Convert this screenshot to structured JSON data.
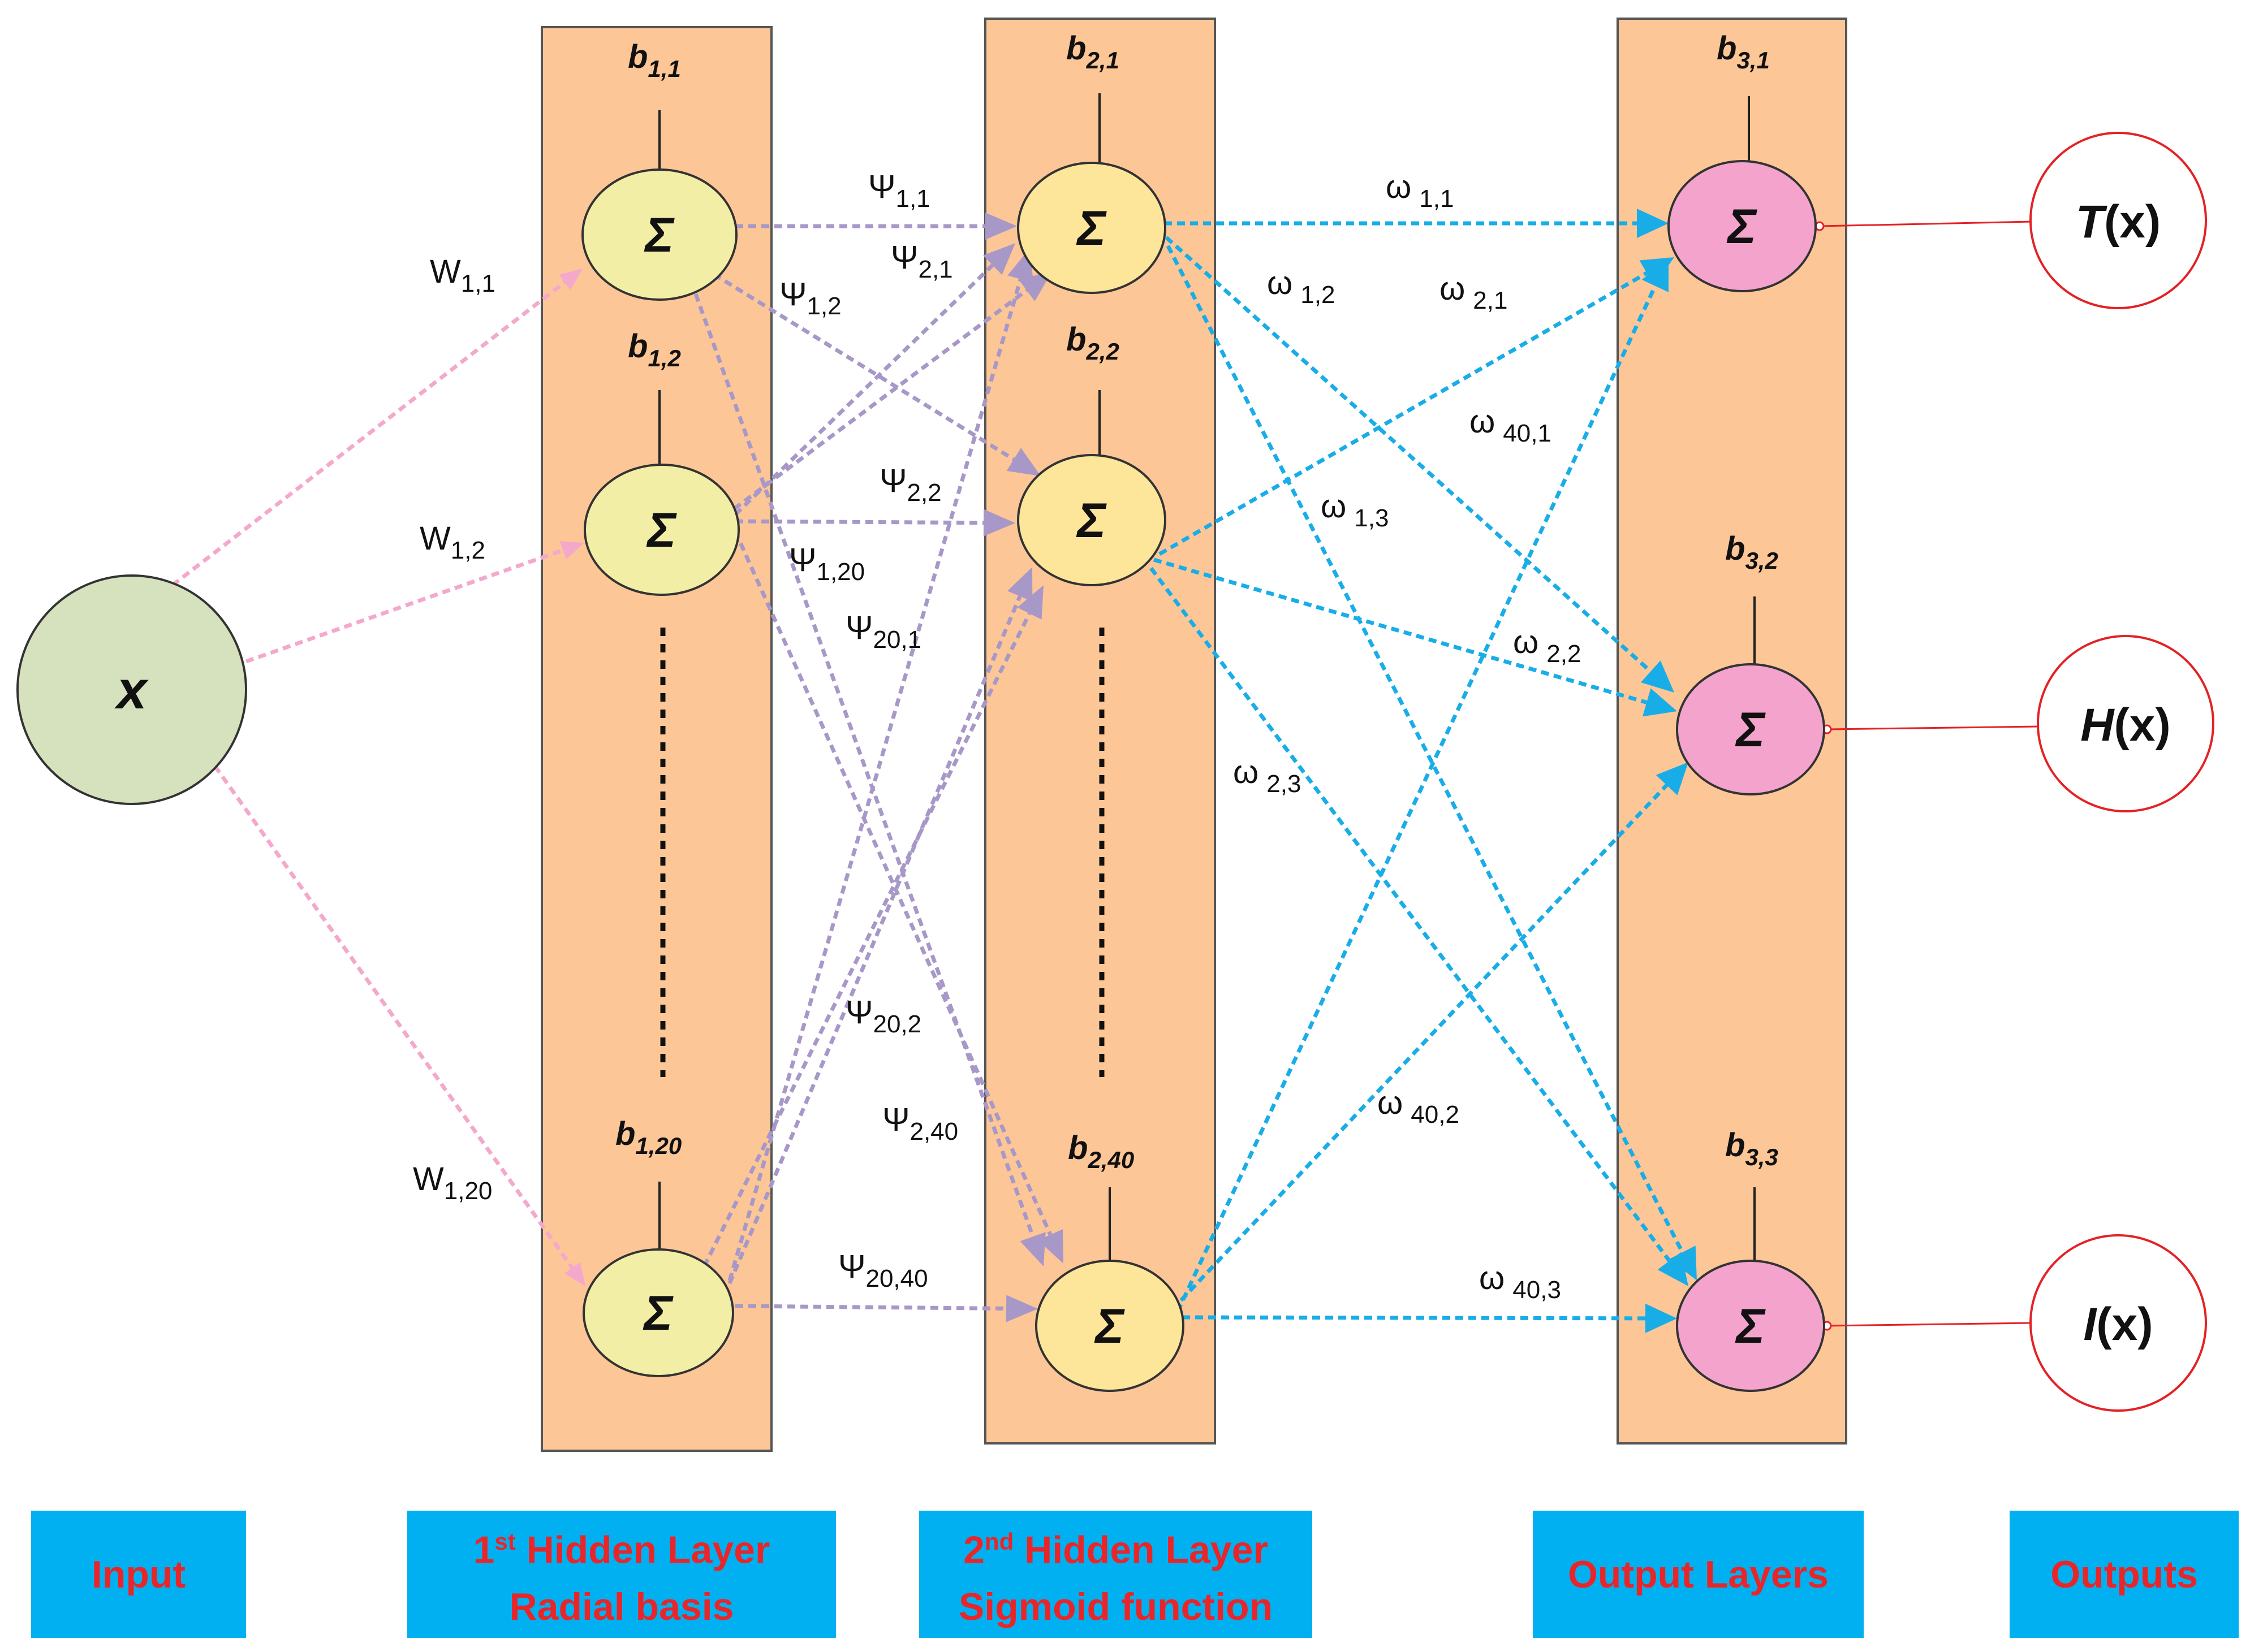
{
  "input_node": {
    "label": "x"
  },
  "sum_symbol": "Σ",
  "layer1": {
    "biases": [
      {
        "base": "b",
        "sub": "1,1"
      },
      {
        "base": "b",
        "sub": "1,2"
      },
      {
        "base": "b",
        "sub": "1,20"
      }
    ]
  },
  "layer2": {
    "biases": [
      {
        "base": "b",
        "sub": "2,1"
      },
      {
        "base": "b",
        "sub": "2,2"
      },
      {
        "base": "b",
        "sub": "2,40"
      }
    ]
  },
  "layer3": {
    "biases": [
      {
        "base": "b",
        "sub": "3,1"
      },
      {
        "base": "b",
        "sub": "3,2"
      },
      {
        "base": "b",
        "sub": "3,3"
      }
    ]
  },
  "input_weights": [
    {
      "base": "W",
      "sub": "1,1"
    },
    {
      "base": "W",
      "sub": "1,2"
    },
    {
      "base": "W",
      "sub": "1,20"
    }
  ],
  "psi_weights": [
    {
      "base": "Ψ",
      "sub": "1,1"
    },
    {
      "base": "Ψ",
      "sub": "2,1"
    },
    {
      "base": "Ψ",
      "sub": "1,2"
    },
    {
      "base": "Ψ",
      "sub": "2,2"
    },
    {
      "base": "Ψ",
      "sub": "1,20"
    },
    {
      "base": "Ψ",
      "sub": "20,1"
    },
    {
      "base": "Ψ",
      "sub": "20,2"
    },
    {
      "base": "Ψ",
      "sub": "2,40"
    },
    {
      "base": "Ψ",
      "sub": "20,40"
    }
  ],
  "omega_weights": [
    {
      "base": "ω",
      "sub": "1,1"
    },
    {
      "base": "ω",
      "sub": "1,2"
    },
    {
      "base": "ω",
      "sub": "2,1"
    },
    {
      "base": "ω",
      "sub": "40,1"
    },
    {
      "base": "ω",
      "sub": "1,3"
    },
    {
      "base": "ω",
      "sub": "2,2"
    },
    {
      "base": "ω",
      "sub": "2,3"
    },
    {
      "base": "ω",
      "sub": "40,2"
    },
    {
      "base": "ω",
      "sub": "40,3"
    }
  ],
  "outputs": [
    {
      "base": "T",
      "arg": "(x)"
    },
    {
      "base": "H",
      "arg": "(x)"
    },
    {
      "base": "I",
      "arg": "(x)"
    }
  ],
  "footer": {
    "input": "Input",
    "hidden1": {
      "ordinal": "1",
      "ordinal_sup": "st",
      "title": " Hidden Layer",
      "subtitle": "Radial basis"
    },
    "hidden2": {
      "ordinal": "2",
      "ordinal_sup": "nd",
      "title": " Hidden Layer",
      "subtitle": "Sigmoid function"
    },
    "output_layers": "Output Layers",
    "outputs": "Outputs"
  },
  "colors": {
    "layer_fill": "#fdc697",
    "input_node": "#d6e2bd",
    "hidden1_node": "#f2eea6",
    "hidden2_node": "#fde59a",
    "output_node": "#f3a3cc",
    "pink_arrow": "#f4a8cc",
    "purple_arrow": "#a898c8",
    "blue_arrow": "#19ade8",
    "output_line": "#e32225",
    "footer_box": "#00b0f0",
    "footer_text": "#e8262a"
  }
}
